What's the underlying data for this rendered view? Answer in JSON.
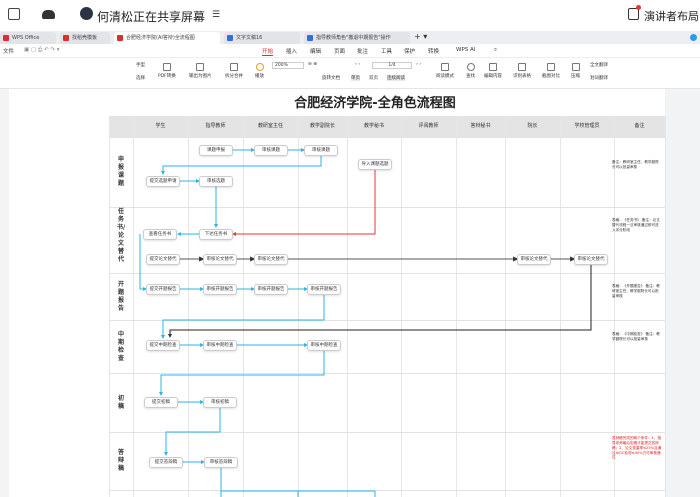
{
  "topbar": {
    "share_text": "何清松正在共享屏幕",
    "presenter_layout": "演讲者布局"
  },
  "tabs": [
    {
      "label": "WPS Office",
      "color": "#d9302c"
    },
    {
      "label": "找稻壳模板",
      "color": "#d9302c"
    },
    {
      "label": "合肥经济学院(AI答辩)全流程图",
      "color": "#d9302c",
      "active": true
    },
    {
      "label": "文字文稿16",
      "color": "#2f6fe4"
    },
    {
      "label": "指导教师角色\"撤退中期报告\"操作",
      "color": "#2f6fe4"
    }
  ],
  "menu": {
    "file": "文件",
    "items": [
      "开始",
      "插入",
      "编辑",
      "页面",
      "批注",
      "工具",
      "保护",
      "转换",
      "WPS AI"
    ],
    "active": "开始"
  },
  "toolbar": {
    "hand": "手型",
    "select": "选择",
    "pdf_convert": "PDF转换",
    "to_image": "输出为图片",
    "split_merge": "拆分合并",
    "play": "播放",
    "zoom": "200%",
    "page": "1/4",
    "rotate": "旋转文档",
    "single": "单页",
    "double": "双页",
    "continuous": "连续阅读",
    "read_mode": "阅读模式",
    "find": "查找",
    "edit": "编辑内容",
    "table": "识别表格",
    "compare": "截图对比",
    "compress": "压缩",
    "translate_all": "全文翻译",
    "translate_word": "划词翻译"
  },
  "doc": {
    "title": "合肥经济学院-全角色流程图",
    "columns": [
      "学生",
      "指导教师",
      "教研室主任",
      "教学副院长",
      "教学秘书",
      "评阅教师",
      "答辩秘书",
      "院长",
      "学校管理员",
      "备注"
    ],
    "rows": [
      "申报课题",
      "任务书/论文替代",
      "开题报告",
      "中期检查",
      "初稿",
      "答辩稿"
    ],
    "boxes": [
      "课题申报",
      "审核课题",
      "审核课题",
      "导入课题选题",
      "提交选题申请",
      "审核选题",
      "查看任务书",
      "下达任务书",
      "提交论文替代",
      "审核论文替代",
      "审核论文替代",
      "审核论文替代",
      "审核论文替代",
      "提交开题报告",
      "审核开题报告",
      "审核开题报告",
      "审核开题报告",
      "提交中期检查",
      "审核中期检查",
      "审核中期检查",
      "提交初稿",
      "审核初稿",
      "提交答辩稿",
      "审核答辩稿"
    ],
    "notes": [
      "备注：教研室主任、教学副院长可以批量审核",
      "表格：《任务书》 备注：论文替代流程一旦审核通过即可进入评分阶段",
      "表格：《开题报告》 备注：教研室主任、教学副院长可以批量审核",
      "表格：《中期检查》 备注：教学副院长可以批量审核",
      "答辩稿完成的两个条件：1、指导老师最后定稿才能提交答辩稿；2、论文查重率≤25%且通过AIGC检测≤40%方可审核通过"
    ]
  },
  "colors": {
    "accent": "#d9302c",
    "flow": "#29b6e8",
    "reject": "#e53935",
    "replace": "#777777"
  }
}
